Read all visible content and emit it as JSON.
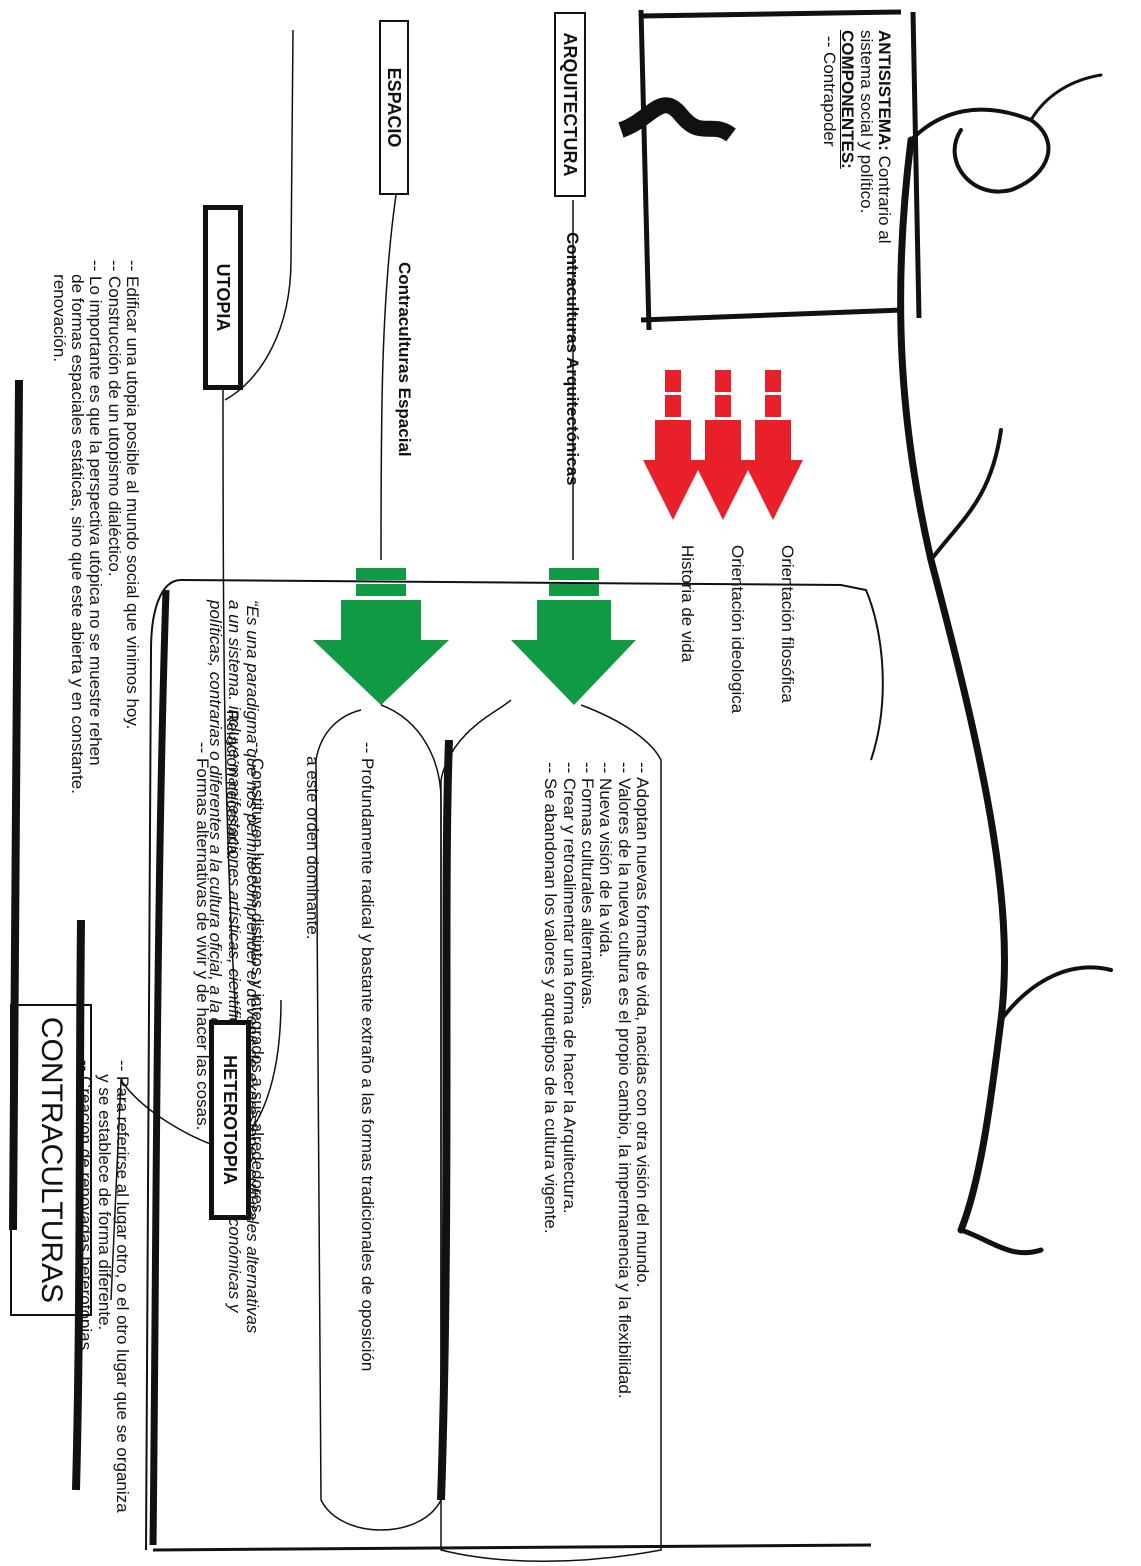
{
  "title": "CONTRACULTURAS",
  "quote": [
    "“Es una paradigma que nos permite comprender el devenir de expresiones culturales alternativas",
    "a un sistema. incluye manifestaciones artísticas, científicas, sociales, filosóficas, económicas y",
    "políticas, contrarias o diferentes a la cultura oficial, a la cultura del sistema”"
  ],
  "antisistema": {
    "label": "ANTISISTEMA:",
    "text_1": " Contrario al",
    "text_2": "sistema social y político.",
    "componentes": "COMPONENTES:",
    "contrapoder": "-- Contrapoder"
  },
  "orientations": [
    "Orientación filosófica",
    "Orientación ideologica",
    "Historia de vida"
  ],
  "nodes": {
    "arquitectura": "ARQUITECTURA",
    "espacio": "ESPACIO",
    "utopia": "UTOPIA",
    "heterotopia": "HETEROTOPIA"
  },
  "branches": {
    "arquitectonicas": "Contraculturas Arquitectónicas",
    "espacial": "Contraculturas Espacial",
    "relacion": "Relación necesaria."
  },
  "arq_list": [
    "-- Adoptan nuevas formas de vida, nacidas con otra visión del mundo.",
    "-- Valores de la nueva cultura es el propio cambio, la impermanencia y la flexibilidad.",
    "-- Nueva visión de la vida.",
    "-- Formas culturales alternativas.",
    "-- Crear y retroalimentar una forma de hacer la Arquitectura.",
    "-- Se abandonan los valores y arquetipos de la cultura vigente."
  ],
  "esp_list": [
    "-- Profundamente radical y bastante extraño a las formas tradicionales de oposición",
    "   a este orden dominante.",
    "-- Constituyen lugares distintos y integrados a sus alrededores..",
    "-- Formas alternativas de vivir y de hacer las cosas."
  ],
  "utopia_list": [
    "-- Edificar una utopia posible al mundo social que vinimos hoy.",
    "-- Construcción de un utopismo dialéctico.",
    "-- Lo importante es que la perspectiva utópica no se muestre rehen",
    "   de formas espaciales estáticas, sino que este abierta y en constante.",
    "   renovación."
  ],
  "heterotopia_list": [
    "-- Para referirse al lugar otro, o el otro lugar que se organiza",
    "   y se establece de forma diferente.",
    "-- Creación de renovadas heterotopias."
  ],
  "colors": {
    "red_arrow": "#e8202a",
    "green_arrow": "#0f9a43",
    "ink": "#111111"
  }
}
